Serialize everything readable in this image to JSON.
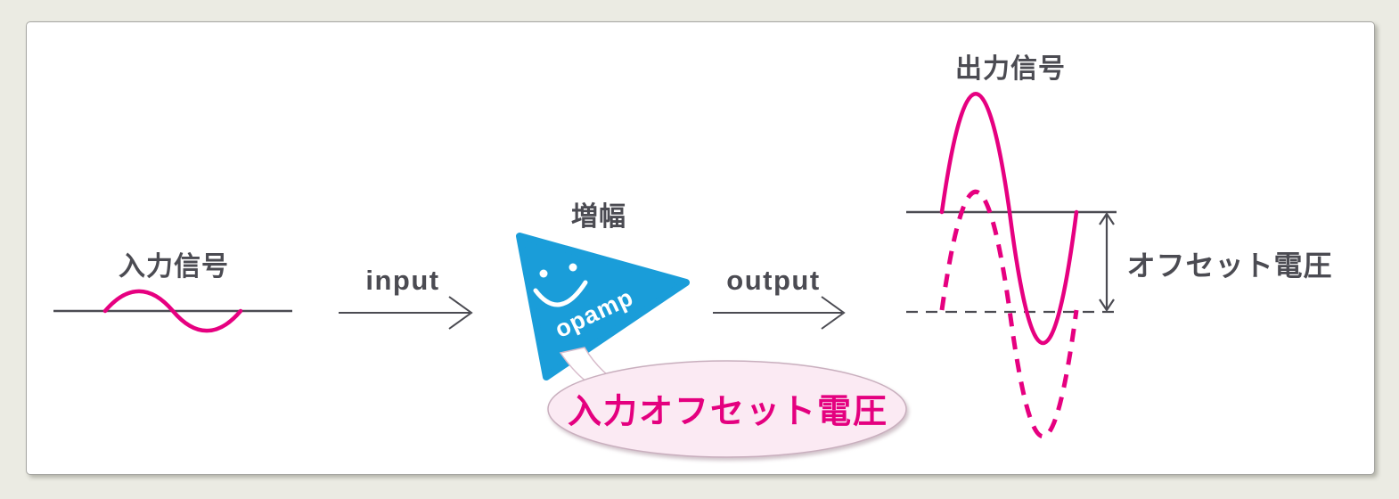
{
  "diagram": {
    "input": {
      "label": "入力信号"
    },
    "input_arrow": {
      "label": "input"
    },
    "amplifier": {
      "label": "増幅",
      "body_text": "opamp"
    },
    "callout": {
      "text": "入力オフセット電圧"
    },
    "output_arrow": {
      "label": "output"
    },
    "output": {
      "label": "出力信号",
      "offset_label": "オフセット電圧"
    }
  },
  "colors": {
    "background": "#ebebe3",
    "panel_background": "#ffffff",
    "panel_border": "#a6a6a2",
    "signal_pink": "#e60080",
    "opamp_blue": "#1a9dd9",
    "line_gray": "#4b4b52",
    "callout_fill": "#fbeaf3",
    "callout_border": "#c9afbe",
    "callout_text": "#e4007f"
  }
}
